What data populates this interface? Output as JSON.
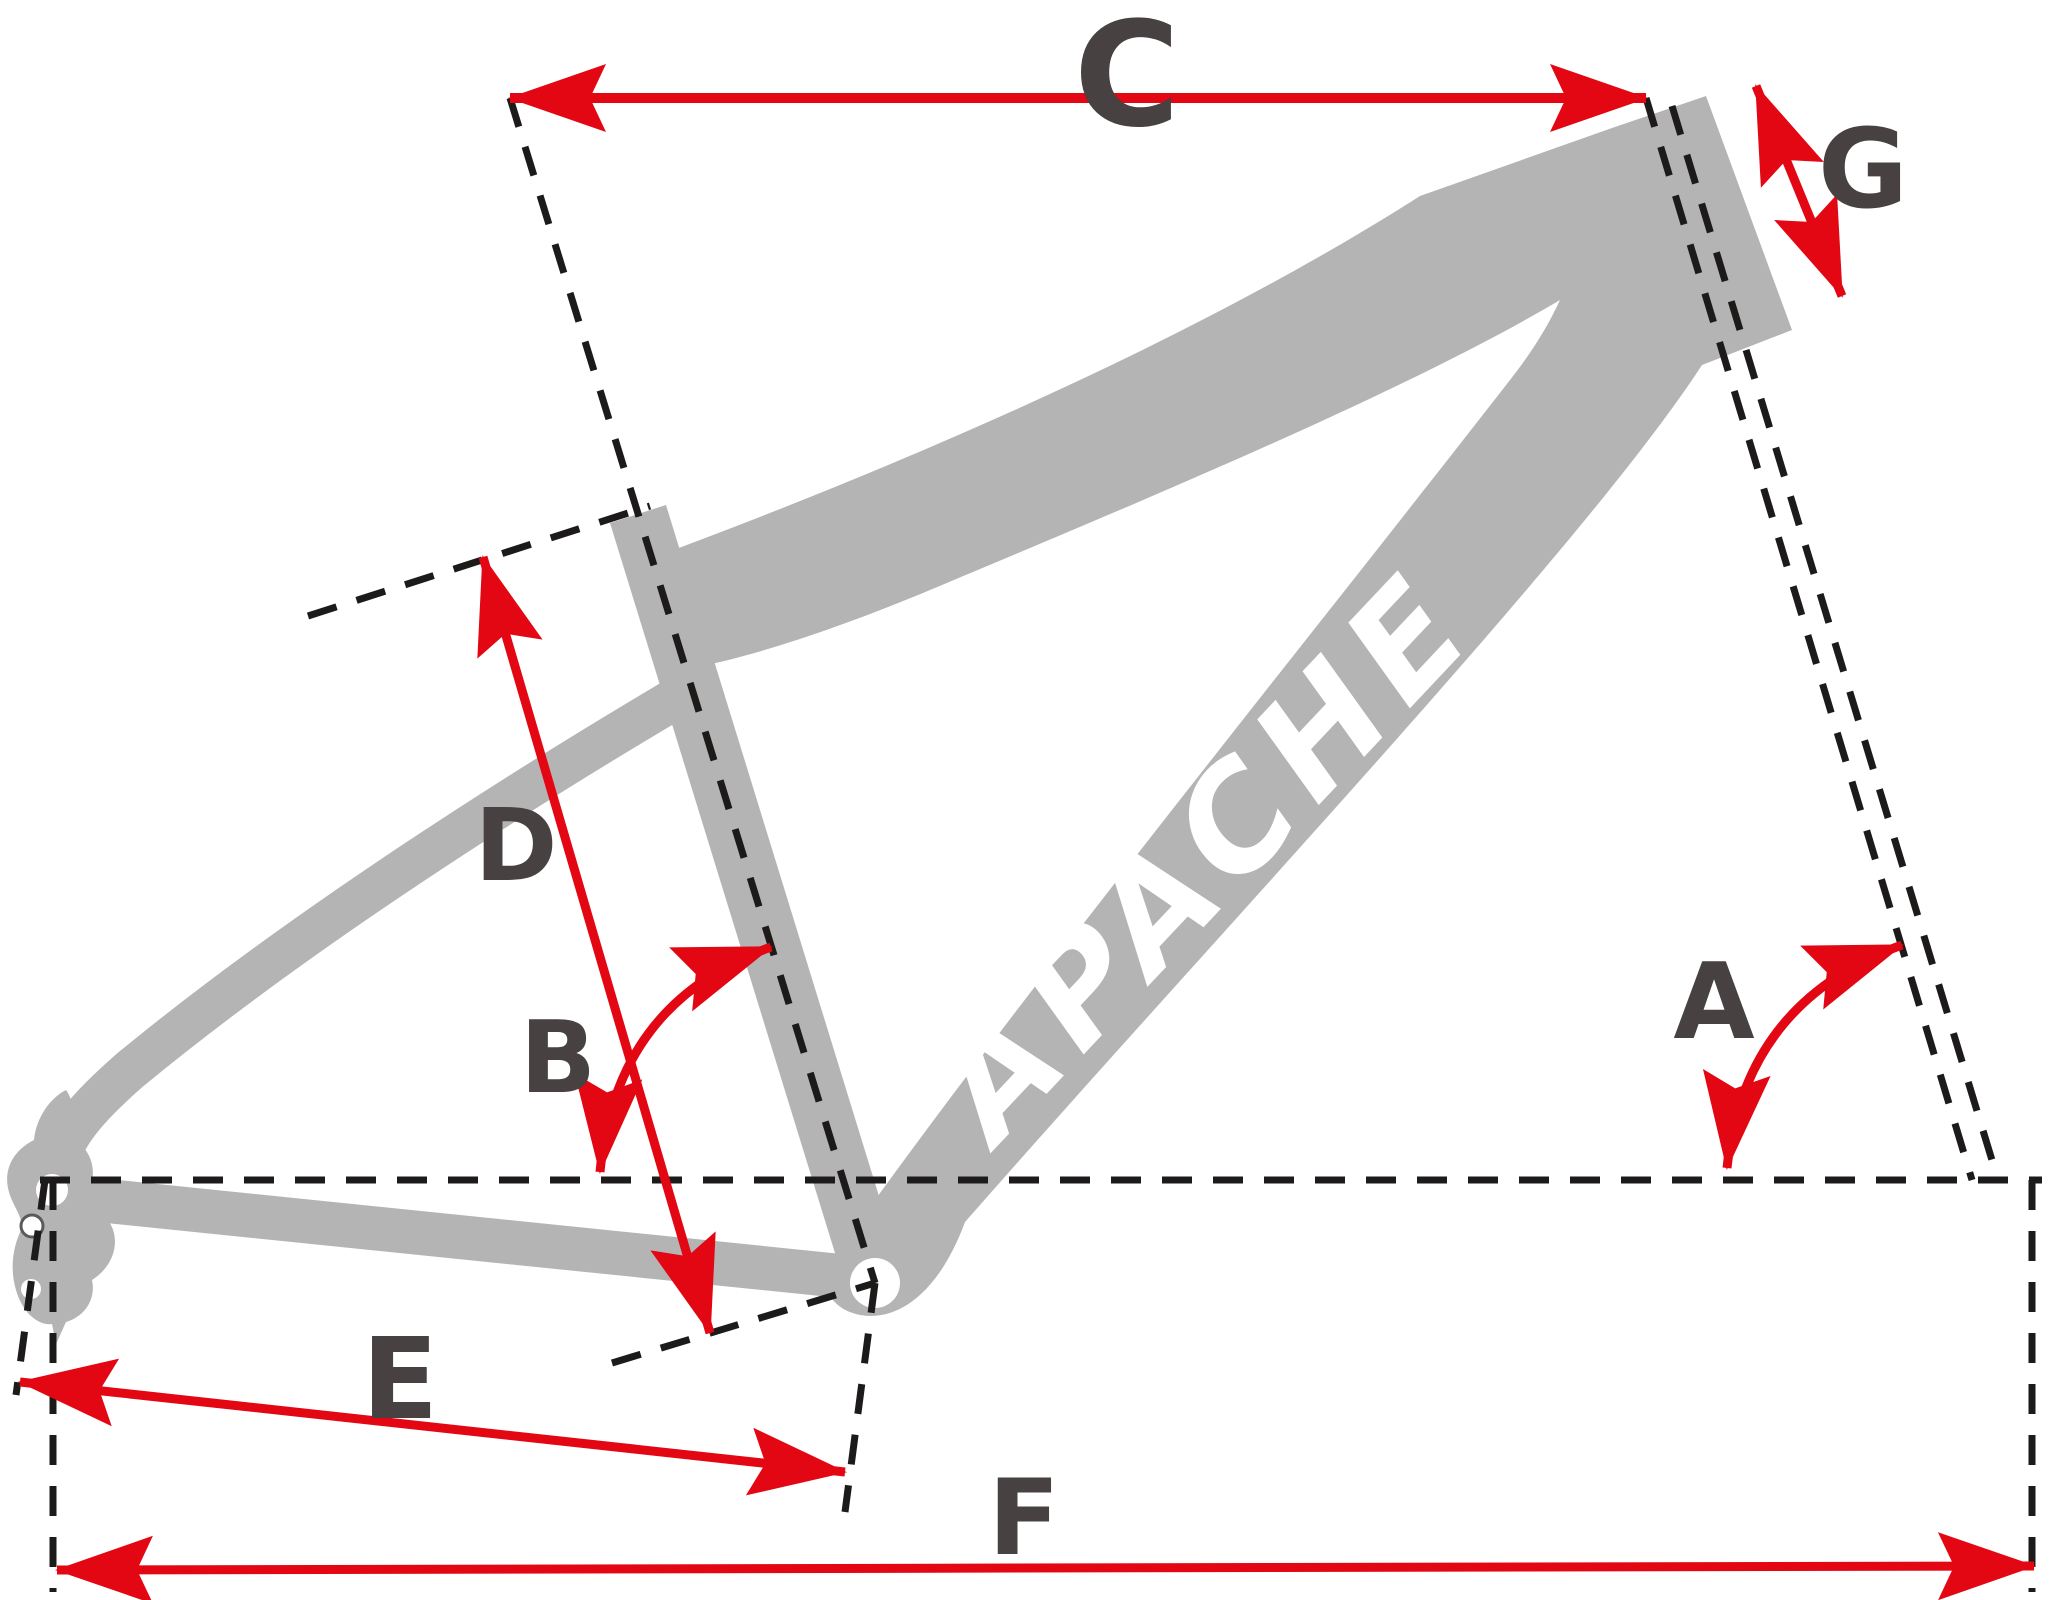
{
  "diagram": {
    "type": "bicycle-frame-geometry",
    "brand_logo": "APACHE",
    "labels": {
      "a": "A",
      "b": "B",
      "c": "C",
      "d": "D",
      "e": "E",
      "f": "F",
      "g": "G"
    },
    "dimension_markers": [
      {
        "label": "C",
        "style": "linear-horizontal-top"
      },
      {
        "label": "G",
        "style": "linear-along-head-tube"
      },
      {
        "label": "D",
        "style": "linear-along-seat-tube"
      },
      {
        "label": "B",
        "style": "angular-arc-seat-tube"
      },
      {
        "label": "A",
        "style": "angular-arc-head-tube"
      },
      {
        "label": "E",
        "style": "linear-chainstay"
      },
      {
        "label": "F",
        "style": "linear-wheelbase-bottom"
      }
    ],
    "colors": {
      "background": "#ffffff",
      "frame_gray": "#b5b4b4",
      "dimension_red": "#e30613",
      "dashed_black": "#1d1a1a",
      "label_gray": "#474141",
      "logo_white": "#ffffff"
    }
  }
}
